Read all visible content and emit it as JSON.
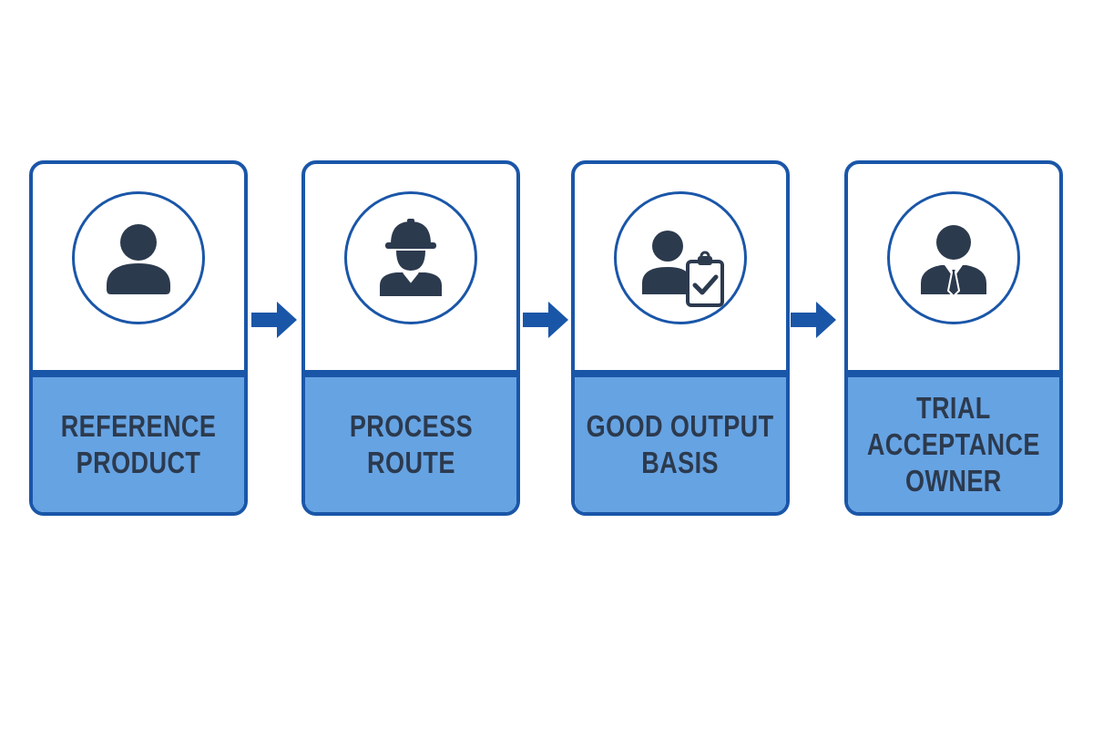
{
  "steps": [
    {
      "icon": "person-icon",
      "lines": [
        "REFERENCE",
        "PRODUCT"
      ]
    },
    {
      "icon": "worker-hardhat-icon",
      "lines": [
        "PROCESS",
        "ROUTE"
      ]
    },
    {
      "icon": "person-clipboard-check-icon",
      "lines": [
        "GOOD OUTPUT",
        "BASIS"
      ]
    },
    {
      "icon": "businessman-tie-icon",
      "lines": [
        "TRIAL",
        "ACCEPTANCE",
        "OWNER"
      ]
    }
  ],
  "colors": {
    "border": "#1a56a8",
    "label_fill": "#66a3e3",
    "icon": "#2c3a4e",
    "text": "#2c3a4e"
  }
}
